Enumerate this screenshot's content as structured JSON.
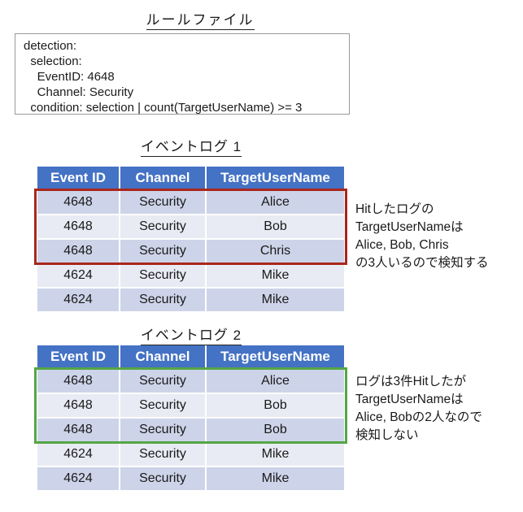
{
  "rule_file": {
    "title": "ルールファイル",
    "lines": [
      "detection:",
      "  selection:",
      "    EventID: 4648",
      "    Channel: Security",
      "  condition: selection | count(TargetUserName) >= 3"
    ]
  },
  "log1": {
    "title": "イベントログ 1",
    "columns": [
      "Event ID",
      "Channel",
      "TargetUserName"
    ],
    "rows": [
      [
        "4648",
        "Security",
        "Alice"
      ],
      [
        "4648",
        "Security",
        "Bob"
      ],
      [
        "4648",
        "Security",
        "Chris"
      ],
      [
        "4624",
        "Security",
        "Mike"
      ],
      [
        "4624",
        "Security",
        "Mike"
      ]
    ],
    "highlight_color": "#a8271c",
    "annotation": "Hitしたログの\nTargetUserNameは\nAlice, Bob, Chris\nの3人いるので検知する"
  },
  "log2": {
    "title": "イベントログ 2",
    "columns": [
      "Event ID",
      "Channel",
      "TargetUserName"
    ],
    "rows": [
      [
        "4648",
        "Security",
        "Alice"
      ],
      [
        "4648",
        "Security",
        "Bob"
      ],
      [
        "4648",
        "Security",
        "Bob"
      ],
      [
        "4624",
        "Security",
        "Mike"
      ],
      [
        "4624",
        "Security",
        "Mike"
      ]
    ],
    "highlight_color": "#55a646",
    "annotation": "ログは3件Hitしたが\nTargetUserNameは\nAlice, Bobの2人なので\n検知しない"
  },
  "colors": {
    "table_header_bg": "#4472c4",
    "table_header_text": "#ffffff",
    "row_band_dark": "#cdd4e9",
    "row_band_light": "#e9ebf4",
    "hit_box_log1": "#a8271c",
    "hit_box_log2": "#55a646"
  }
}
